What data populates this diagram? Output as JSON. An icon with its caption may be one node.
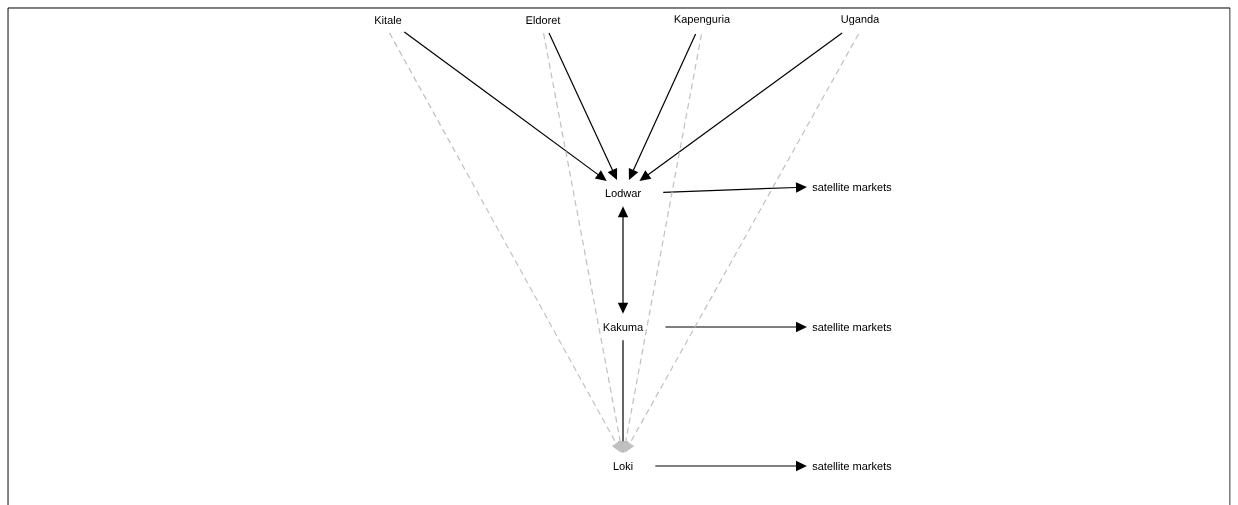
{
  "diagram": {
    "nodes": [
      {
        "text": [
          "Kitale"
        ]
      },
      {
        "text": [
          "Eldoret"
        ]
      },
      {
        "text": [
          "Kapenguria"
        ]
      },
      {
        "text": [
          "Uganda"
        ]
      },
      {
        "text": [
          "Lodwar"
        ]
      },
      {
        "text": [
          "satellite markets"
        ]
      },
      {
        "text": [
          "Kakuma"
        ]
      },
      {
        "text": [
          "satellite markets"
        ]
      },
      {
        "text": [
          "Loki"
        ]
      },
      {
        "text": [
          "satellite markets"
        ]
      }
    ],
    "edges": [
      {
        "from": 0,
        "to": 4,
        "arrow": "to"
      },
      {
        "from": 1,
        "to": 4,
        "arrow": "to"
      },
      {
        "from": 2,
        "to": 4,
        "arrow": "to"
      },
      {
        "from": 3,
        "to": 4,
        "arrow": "to"
      },
      {
        "from": 4,
        "to": 5,
        "arrow": "to"
      },
      {
        "from": 4,
        "to": 6,
        "arrow": "both"
      },
      {
        "from": 6,
        "to": 7,
        "arrow": "to"
      },
      {
        "from": 6,
        "to": 8,
        "arrow": "to"
      },
      {
        "from": 8,
        "to": 9,
        "arrow": "to"
      },
      {
        "from": 0,
        "to": 8,
        "arrow": "to",
        "style": "dashed",
        "color": "#c0c0c0"
      },
      {
        "from": 1,
        "to": 8,
        "arrow": "to",
        "style": "dashed",
        "color": "#c0c0c0"
      },
      {
        "from": 2,
        "to": 8,
        "arrow": "to",
        "style": "dashed",
        "color": "#c0c0c0"
      },
      {
        "from": 3,
        "to": 8,
        "arrow": "to",
        "style": "dashed",
        "color": "#c0c0c0"
      }
    ]
  }
}
